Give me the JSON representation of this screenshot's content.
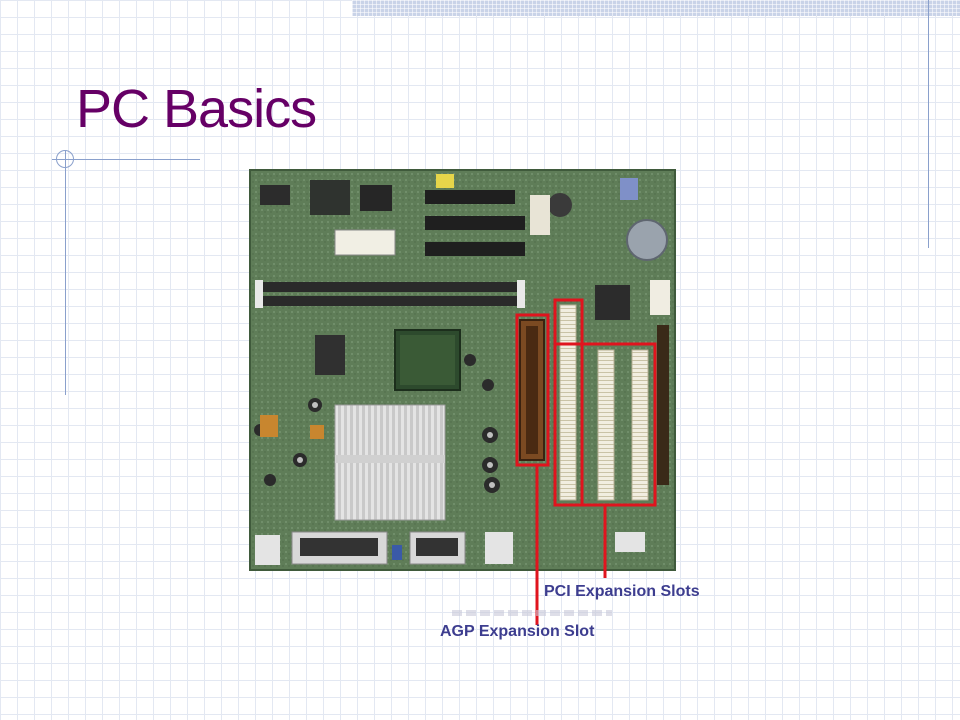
{
  "slide": {
    "title": "PC Basics"
  },
  "image": {
    "subject": "motherboard-photo",
    "annotation_color": "#e0141e"
  },
  "callouts": {
    "pci": "PCI Expansion Slots",
    "agp": "AGP Expansion Slot"
  },
  "colors": {
    "title": "#660066",
    "caption": "#3d3d8f",
    "accent_lines": "#8aa0cc"
  }
}
